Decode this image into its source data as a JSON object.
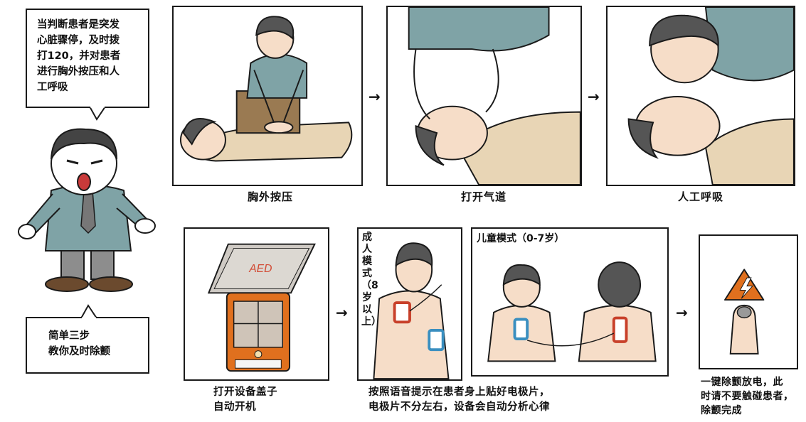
{
  "intro": {
    "speech": [
      "当判断患者是突发",
      "心脏骤停，及时拨",
      "打120，并对患者",
      "进行胸外按压和人",
      "工呼吸"
    ],
    "note": [
      "简单三步",
      "教你及时除颤"
    ]
  },
  "steps_top": [
    {
      "label": "胸外按压",
      "icon": "chest-compression-illustration"
    },
    {
      "label": "打开气道",
      "icon": "open-airway-illustration"
    },
    {
      "label": "人工呼吸",
      "icon": "rescue-breathing-illustration"
    }
  ],
  "aed": {
    "lid_text": "AED",
    "caption": [
      "打开设备盖子",
      "自动开机"
    ]
  },
  "pads": {
    "adult_label": "成人模式（8岁以上）",
    "child_label": "儿童模式（0-7岁）",
    "caption": [
      "按照语音提示在患者身上贴好电极片，",
      "电极片不分左右，设备会自动分析心律"
    ]
  },
  "shock": {
    "caption": [
      "一键除颤放电，此",
      "时请不要触碰患者，",
      "除颤完成"
    ]
  },
  "arrow_glyph": "→",
  "colors": {
    "shirt": "#7fa3a6",
    "skin": "#f6ddc8",
    "aed_orange": "#e0701e",
    "pad_red": "#c8402a",
    "pad_blue": "#3a8fc0",
    "pants": "#9a7a52"
  }
}
